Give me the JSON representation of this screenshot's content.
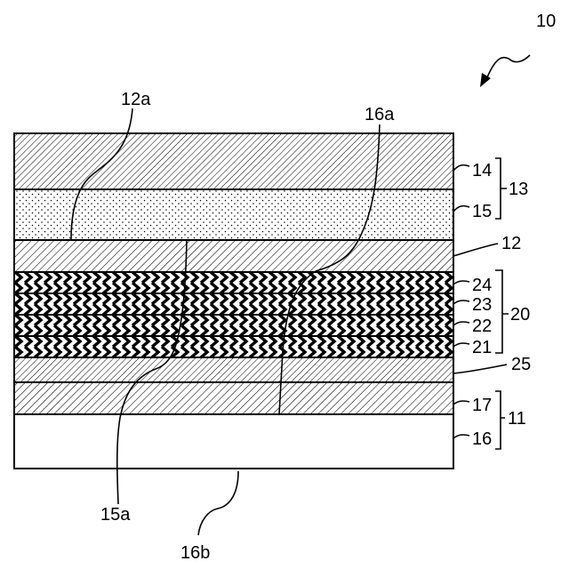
{
  "labels": {
    "device": "10",
    "layer_14": "14",
    "layer_15": "15",
    "group_13": "13",
    "layer_12": "12",
    "layer_24": "24",
    "layer_23": "23",
    "layer_22": "22",
    "layer_21": "21",
    "group_20": "20",
    "layer_25": "25",
    "layer_17": "17",
    "layer_16": "16",
    "group_11": "11",
    "ref_12a": "12a",
    "ref_16a": "16a",
    "ref_15a": "15a",
    "ref_16b": "16b"
  },
  "colors": {
    "stroke": "#000000",
    "background": "#ffffff"
  },
  "fills": {
    "layer_14": "fine-hatch",
    "layer_15": "dots",
    "layer_12": "diagonal-hatch",
    "layers_21_24": "herringbone",
    "layer_25": "fine-hatch",
    "layer_17": "diagonal-hatch",
    "layer_16": "blank"
  }
}
